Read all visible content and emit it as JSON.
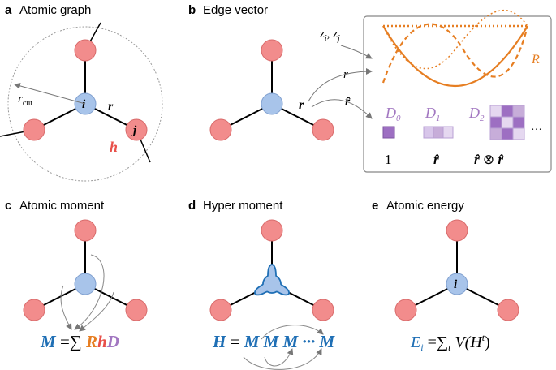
{
  "panels": {
    "a": {
      "letter": "a",
      "title": "Atomic graph"
    },
    "b": {
      "letter": "b",
      "title": "Edge vector"
    },
    "c": {
      "letter": "c",
      "title": "Atomic moment"
    },
    "d": {
      "letter": "d",
      "title": "Hyper moment"
    },
    "e": {
      "letter": "e",
      "title": "Atomic energy"
    }
  },
  "graph_labels": {
    "center_i": "i",
    "neighbor_j": "j",
    "r_cut": "r",
    "r_cut_sub": "cut",
    "r": "r",
    "h": "h"
  },
  "edge_vector": {
    "z_label": "z",
    "z_i_sub": "i",
    "z_sep": ", z",
    "z_j_sub": "j",
    "r_label": "r",
    "r_hat_label": "r̂",
    "R_label": "R",
    "D0": "D",
    "D0_sub": "0",
    "D1": "D",
    "D1_sub": "1",
    "D2": "D",
    "D2_sub": "2",
    "ellipsis": "···",
    "tensor_one": "1",
    "tensor_rhat": "r̂",
    "tensor_outer_a": "r̂",
    "tensor_outer_op": "⊗",
    "tensor_outer_b": "r̂"
  },
  "formulas": {
    "moment": {
      "lhs": "M",
      "eq": " =∑ ",
      "R": "R",
      "h": "h",
      "D": "D"
    },
    "hyper": {
      "lhs": "H",
      "eq": " = ",
      "rhs": "M M M ··· M"
    },
    "energy": {
      "E": "E",
      "E_sub": "i",
      "eq": " =∑",
      "sum_sub": "t",
      "V": " V(H",
      "sup": "t",
      "close": ")"
    }
  },
  "colors": {
    "atom_neighbor": "#f28c8c",
    "atom_center": "#a8c4ea",
    "orange": "#e67e22",
    "purple": "#a277c1",
    "blue": "#1f6fb5",
    "red": "#e8504a"
  }
}
